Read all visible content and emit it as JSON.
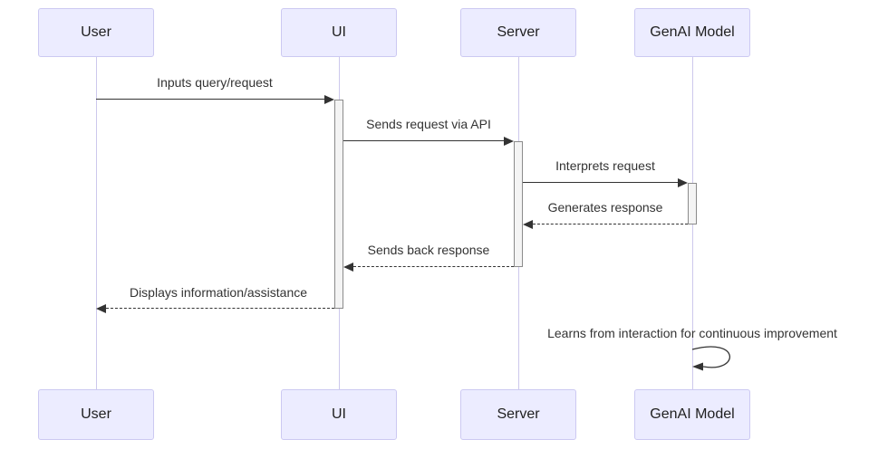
{
  "diagram": {
    "type": "sequence",
    "actors": [
      {
        "id": "user",
        "label": "User"
      },
      {
        "id": "ui",
        "label": "UI"
      },
      {
        "id": "server",
        "label": "Server"
      },
      {
        "id": "genai",
        "label": "GenAI Model"
      }
    ],
    "messages": [
      {
        "from": "user",
        "to": "ui",
        "label": "Inputs query/request",
        "style": "solid"
      },
      {
        "from": "ui",
        "to": "server",
        "label": "Sends request via API",
        "style": "solid"
      },
      {
        "from": "server",
        "to": "genai",
        "label": "Interprets request",
        "style": "solid"
      },
      {
        "from": "genai",
        "to": "server",
        "label": "Generates response",
        "style": "dashed"
      },
      {
        "from": "server",
        "to": "ui",
        "label": "Sends back response",
        "style": "dashed"
      },
      {
        "from": "ui",
        "to": "user",
        "label": "Displays information/assistance",
        "style": "dashed"
      },
      {
        "from": "genai",
        "to": "genai",
        "label": "Learns from interaction for continuous improvement",
        "style": "self-dashed-loop"
      }
    ],
    "colors": {
      "actor_fill": "#ECECFF",
      "actor_border": "#CCC9F2",
      "lifeline": "#CDC8EC",
      "activation_fill": "#F4F4F4",
      "activation_border": "#8B8B8B",
      "arrow": "#333333",
      "text": "#333333",
      "background": "#FFFFFF"
    }
  }
}
